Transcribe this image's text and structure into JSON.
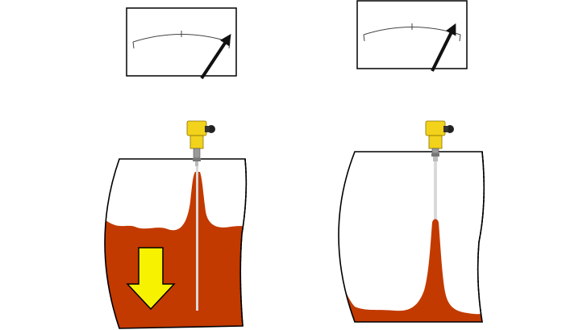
{
  "colors": {
    "background": "#ffffff",
    "material": "#c23a00",
    "sensor_housing": "#f2d21b",
    "sensor_dark": "#222222",
    "probe_rod": "#d9d9d9",
    "arrow_fill": "#f7f200",
    "meter_needle": "#111111",
    "outline": "#000000"
  },
  "scenes": [
    {
      "id": "left",
      "meter_level": 0.78,
      "fill_level": 0.7,
      "indicator": "down-arrow",
      "sensor_icon": "level-sensor-icon"
    },
    {
      "id": "right",
      "meter_level": 0.72,
      "fill_level": 0.05,
      "indicator": "none",
      "sensor_icon": "level-sensor-icon"
    }
  ]
}
